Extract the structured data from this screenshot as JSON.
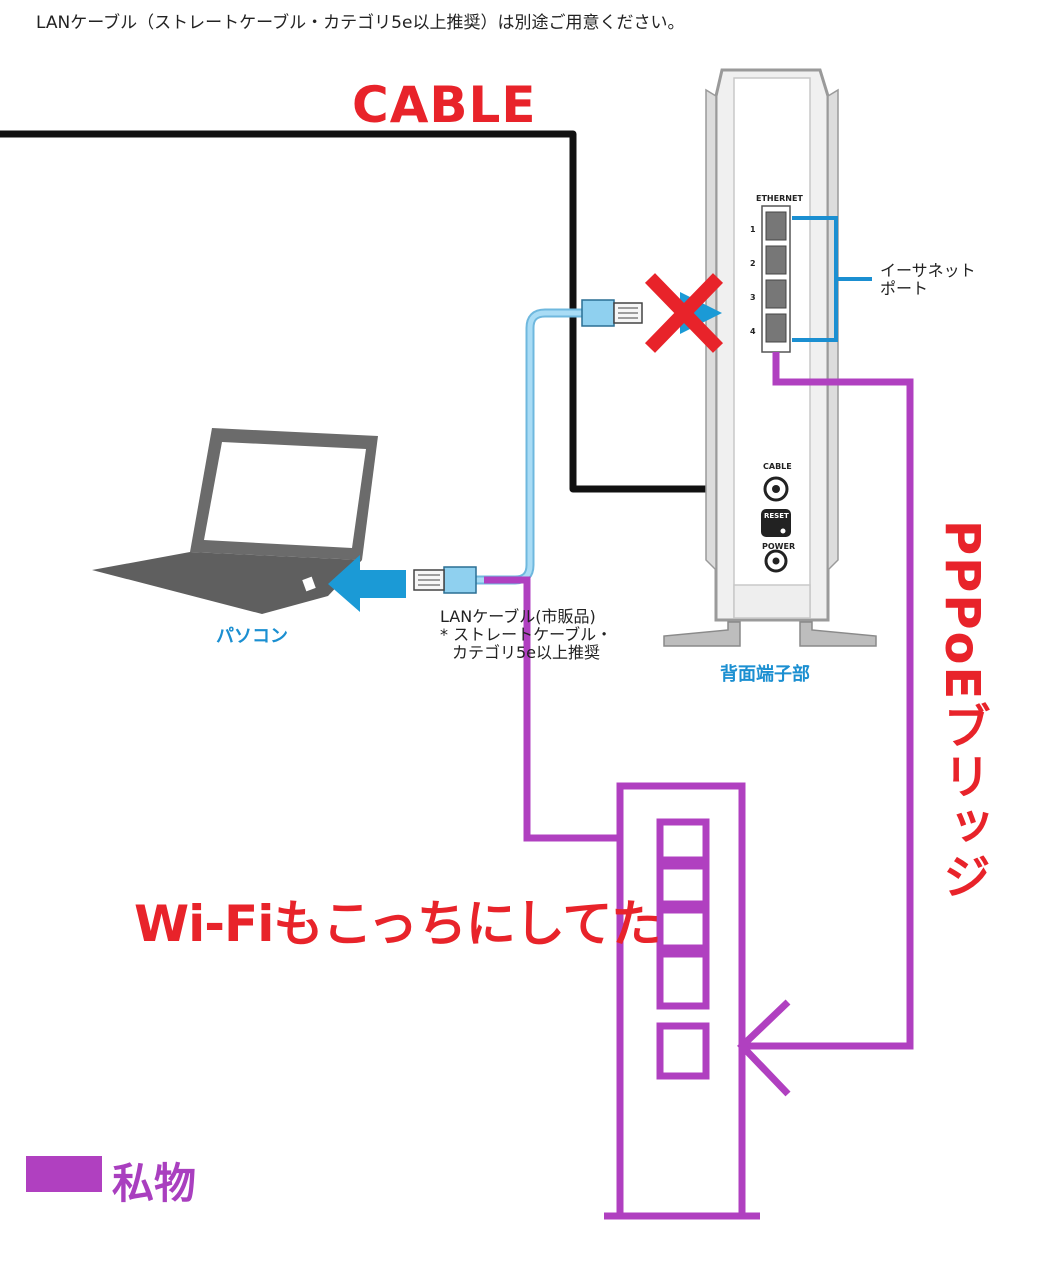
{
  "top_note": "LANケーブル（ストレートケーブル・カテゴリ5e以上推奨）は別途ご用意ください。",
  "labels": {
    "cable": "CABLE",
    "wifi_note": "Wi-Fiもこっちにしてた",
    "pppoe_bridge": "PPPoEブリッジ",
    "ethernet_port": [
      "イーサネット",
      "ポート"
    ],
    "lan_cable": [
      "LANケーブル(市販品)",
      "* ストレートケーブル・",
      "カテゴリ5e以上推奨"
    ],
    "pc": "パソコン",
    "rear_terminals": "背面端子部"
  },
  "router_panel": {
    "ethernet": "ETHERNET",
    "port_numbers": [
      "1",
      "2",
      "3",
      "4"
    ],
    "cable": "CABLE",
    "reset": "RESET",
    "power": "POWER"
  },
  "legend": {
    "label": "私物",
    "color": "#b040c0"
  },
  "colors": {
    "annotation_red": "#e8232a",
    "private_purple": "#b040c0",
    "brand_blue": "#1b8fd1",
    "cable_light_blue": "#8fd0ef",
    "black_cable": "#111111",
    "laptop_gray": "#6b6b6b"
  }
}
